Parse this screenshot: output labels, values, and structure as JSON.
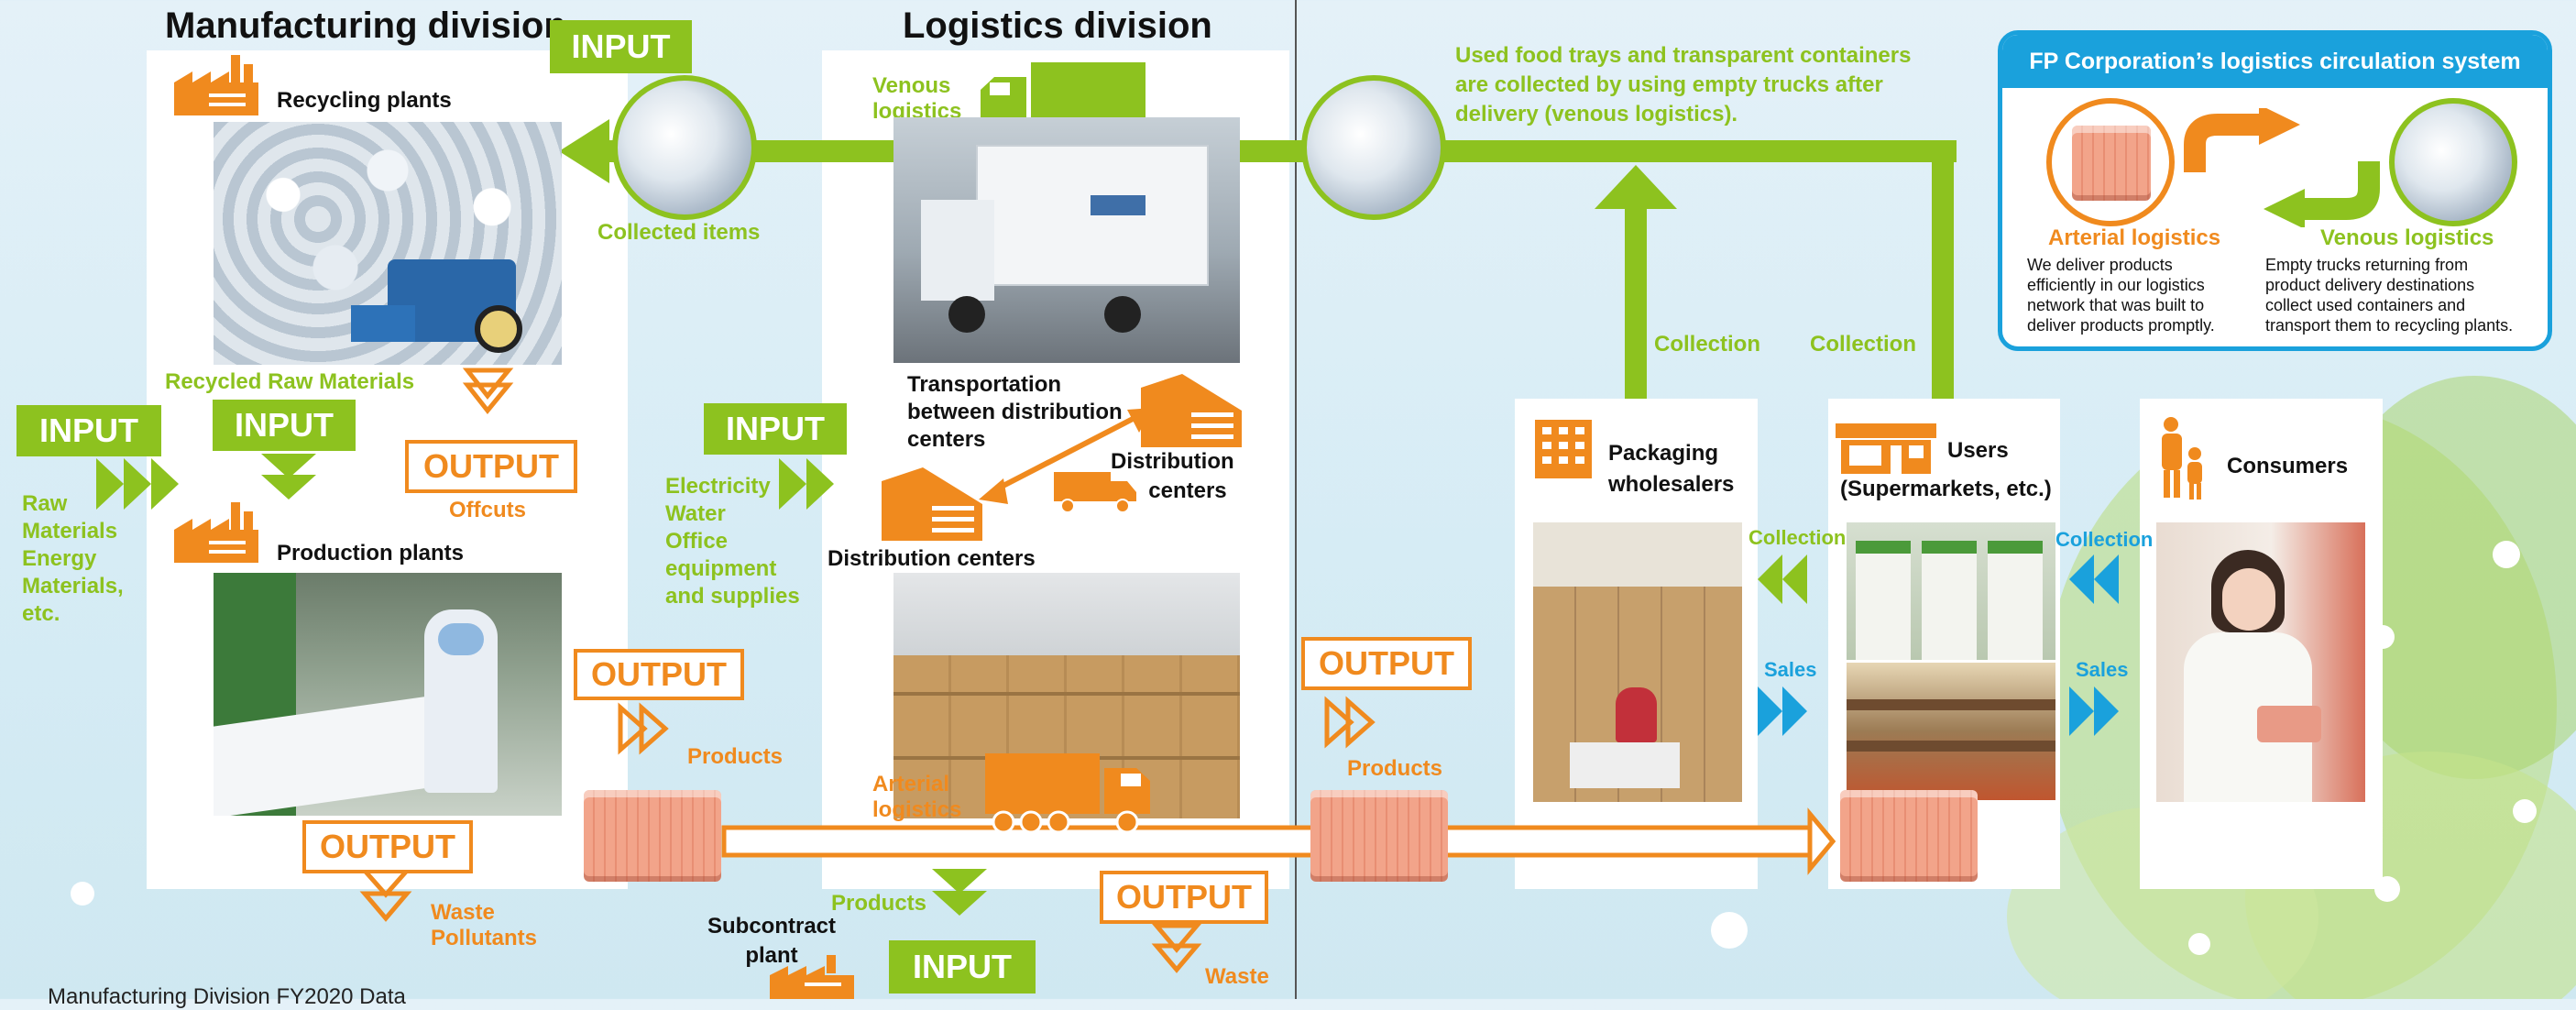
{
  "colors": {
    "green": "#8dc21f",
    "orange": "#f08a1e",
    "blue": "#1aa1dc",
    "panel": "#ffffff"
  },
  "manufacturing": {
    "title": "Manufacturing division",
    "recycling_plants": "Recycling plants",
    "recycled_raw_materials": "Recycled Raw Materials",
    "production_plants": "Production plants",
    "offcuts": "Offcuts",
    "waste_pollutants": [
      "Waste",
      "Pollutants"
    ],
    "input_left": "INPUT",
    "input_inner": "INPUT",
    "raw_inputs": [
      "Raw",
      "Materials",
      "Energy",
      "Materials,",
      "etc."
    ],
    "output_offcuts": "OUTPUT",
    "output_products": "OUTPUT",
    "output_waste": "OUTPUT",
    "products": "Products",
    "collected_items": "Collected items",
    "input_top": "INPUT"
  },
  "logistics": {
    "title": "Logistics division",
    "venous_logistics": [
      "Venous",
      "logistics"
    ],
    "transportation": [
      "Transportation",
      "between distribution",
      "centers"
    ],
    "distribution_centers_right": [
      "Distribution",
      "centers"
    ],
    "distribution_centers_left": "Distribution centers",
    "input": "INPUT",
    "inputs_list": [
      "Electricity",
      "Water",
      "Office",
      "equipment",
      "and supplies"
    ],
    "arterial_logistics": [
      "Arterial",
      "logistics"
    ],
    "products_up": "Products",
    "subcontract_plant": [
      "Subcontract",
      "plant"
    ],
    "input_bottom": "INPUT",
    "output_waste": "OUTPUT",
    "waste": "Waste"
  },
  "market": {
    "used_trays_note": [
      "Used food trays and transparent containers",
      "are collected by using empty trucks after",
      "delivery (venous logistics)."
    ],
    "output": "OUTPUT",
    "products": "Products",
    "collection_1": "Collection",
    "collection_2": "Collection",
    "packaging_wholesalers": [
      "Packaging",
      "wholesalers"
    ],
    "users": "Users",
    "users_sub": "(Supermarkets, etc.)",
    "consumers": "Consumers",
    "collection_a": "Collection",
    "collection_b": "Collection",
    "sales_a": "Sales",
    "sales_b": "Sales"
  },
  "fp_box": {
    "title": "FP Corporation’s logistics circulation system",
    "arterial_title": "Arterial logistics",
    "arterial_text": [
      "We deliver products",
      "efficiently in our logistics",
      "network that was built to",
      "deliver products promptly."
    ],
    "venous_title": "Venous logistics",
    "venous_text": [
      "Empty trucks returning from",
      "product delivery destinations",
      "collect used containers and",
      "transport them to recycling plants."
    ]
  },
  "footer": "Manufacturing Division FY2020 Data"
}
